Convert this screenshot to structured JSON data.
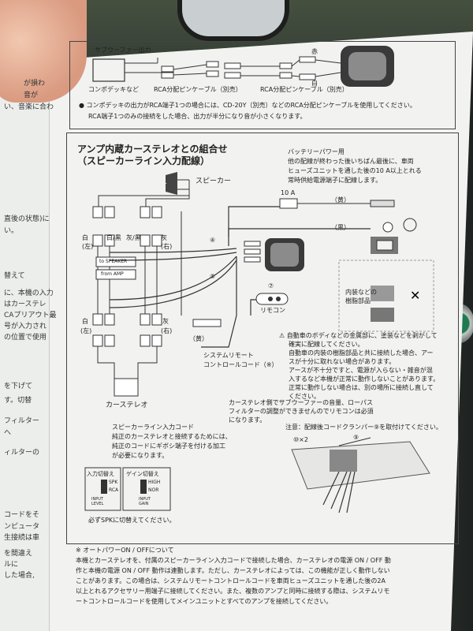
{
  "top_panel": {
    "subwoofer_out": "サブウーファー出力",
    "compo": "コンポデッキなど",
    "rca_cable_1": "RCA分配ピンケーブル（別売）",
    "rca_cable_2": "RCA分配ピンケーブル（別売）",
    "red": "赤",
    "white": "白",
    "note1": "● コンポデッキの出力がRCA端子1つの場合には、CD-20Y（別売）などのRCA分配ピンケーブルを使用してください。",
    "note2": "RCA端子1つのみの接続をした場合、出力が半分になり音が小さくなります。"
  },
  "main_panel": {
    "title1": "アンプ内蔵カーステレオとの組合せ",
    "title2": "（スピーカーライン入力配線）",
    "speaker": "スピーカー",
    "white_left": "白\n(左)",
    "white_black": "白/黒",
    "gray_black": "灰/黒",
    "gray_right": "灰\n(右)",
    "white": "白",
    "left": "(左)",
    "gray": "灰",
    "right": "(右)",
    "to_speaker": "to SPEAKER",
    "from_amp": "from AMP",
    "car_stereo": "カーステレオ",
    "battery_power_1": "バッテリーパワー用",
    "battery_power_2": "他の配線が終わった後いちばん最後に、車両",
    "battery_power_3": "ヒューズユニットを通した後の10 A以上とれる",
    "battery_power_4": "常時供給電源端子に配線します。",
    "fuse": "10 A",
    "yellow": "（黄）",
    "black": "（黒）",
    "remote": "リモコン",
    "num4": "④",
    "num5": "⑤",
    "num7": "⑦",
    "yellow2": "（黄）",
    "system_remote_1": "システムリモート",
    "system_remote_2": "コントロールコード（※）",
    "interior_1": "内装などの",
    "interior_2": "樹脂部品",
    "ground_1": "⚠ 自動車のボディなどの金属部に、塗装などを剥がして",
    "ground_2": "確実に配線してください。",
    "ground_3": "自動車の内装の樹脂部品と共に接続した場合、アー",
    "ground_4": "スが十分に取れない場合があります。",
    "ground_5": "アースが不十分ですと、電源が入らない・雑音が混",
    "ground_6": "入するなど本機が正常に動作しないことがあります。",
    "ground_7": "正常に動作しない場合は、別の場所に接続し直して",
    "ground_8": "ください。",
    "sub_adjust_1": "カーステレオ側でサブウーファーの音量、ローパス",
    "sub_adjust_2": "フィルターの調整ができませんのでリモコンは必須",
    "sub_adjust_3": "になります。",
    "clamper_note": "注意：配線後コードクランパー⑨を取付けてください。",
    "clamper_x2": "⑩×2",
    "clamper_num": "⑨",
    "spk_cord_1": "スピーカーライン入力コード",
    "spk_cord_2": "純正のカーステレオと接続するためには、",
    "spk_cord_3": "純正のコードにギボシ端子を付ける加工",
    "spk_cord_4": "が必要になります。",
    "input_switch": "入力切替え",
    "gain_switch": "ゲイン切替え",
    "spk": "SPK",
    "rca": "RCA",
    "high": "HIGH",
    "nor": "NOR",
    "input_level": "INPUT\nLEVEL",
    "input_gain": "INPUT\nGAIN",
    "spk_note": "必ずSPKに切替えてください。"
  },
  "footer": {
    "line1": "※ オートパワーON / OFFについて",
    "line2": "本機とカーステレオを、付属のスピーカーライン入力コードで接続した場合、カーステレオの電源 ON / OFF 動",
    "line3": "作と本機の電源 ON / OFF 動作は連動します。ただし、カーステレオによっては、この機能が正しく動作しない",
    "line4": "ことがあります。この場合は、システムリモートコントロールコードを車両ヒューズユニットを通した後の2A",
    "line5": "以上とれるアクセサリー用端子に接続してください。また、複数のアンプと同時に接続する際は、システムリモ",
    "line6": "ートコントロールコードを使用してメインユニットとすべてのアンプを接続してください。"
  },
  "left_fragments": [
    "が損わ",
    "音が",
    "い、音楽に合わ",
    "直後の状態)に",
    "い。",
    "替えて",
    "に、本機の入力",
    "はカーステレ",
    "CAプリアウト最",
    "号が入力され",
    "の位置で使用",
    "を下げて",
    "す。切替",
    "フィルター",
    "へ",
    "ィルターの",
    "コードをそ",
    "ンピュータ",
    "生接続は車",
    "を間違え",
    "ルに",
    "した場合,"
  ]
}
